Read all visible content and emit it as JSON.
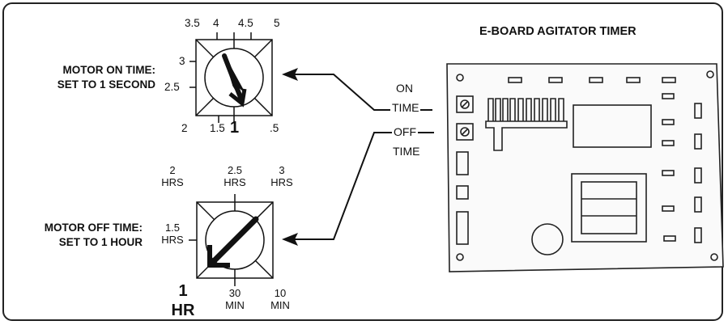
{
  "board": {
    "title": "E-BOARD AGITATOR TIMER"
  },
  "on_timer": {
    "caption_line1": "MOTOR ON TIME:",
    "caption_line2": "SET TO 1 SECOND",
    "scale": {
      "t_3_5": "3.5",
      "t_4": "4",
      "t_4_5": "4.5",
      "t_5": "5",
      "t_3": "3",
      "t_2_5": "2.5",
      "t_2": "2",
      "t_1_5": "1.5",
      "t_1": "1",
      "t_0_5": ".5"
    },
    "board_label_line1": "ON",
    "board_label_line2": "TIME"
  },
  "off_timer": {
    "caption_line1": "MOTOR OFF TIME:",
    "caption_line2": "SET TO 1 HOUR",
    "scale": {
      "h2_num": "2",
      "h2_unit": "HRS",
      "h2_5_num": "2.5",
      "h2_5_unit": "HRS",
      "h3_num": "3",
      "h3_unit": "HRS",
      "h1_5_num": "1.5",
      "h1_5_unit": "HRS",
      "h1_num": "1",
      "h1_unit": "HR",
      "m30_num": "30",
      "m30_unit": "MIN",
      "m10_num": "10",
      "m10_unit": "MIN"
    },
    "board_label_line1": "OFF",
    "board_label_line2": "TIME"
  }
}
